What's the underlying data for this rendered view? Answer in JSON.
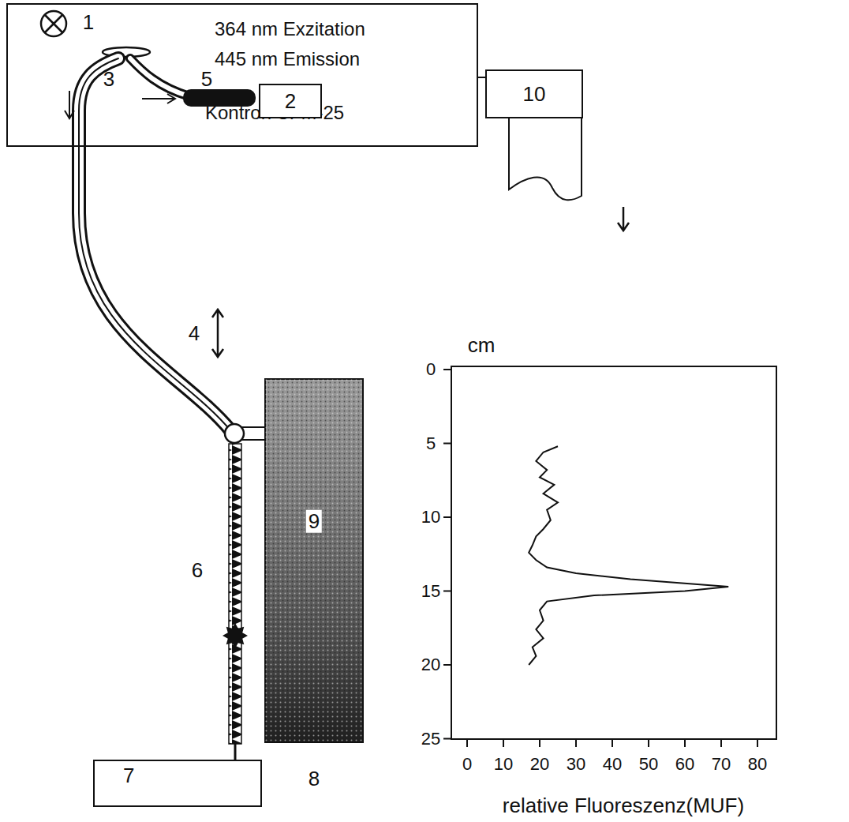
{
  "diagram": {
    "nodes": [
      {
        "text": [
          "364 nm Exzitation",
          "445 nm Emission",
          "Kontron SFM-25"
        ]
      },
      {
        "text": [
          "2"
        ],
        "in": 0
      },
      {
        "text": [
          "10"
        ]
      },
      {
        "text": [
          "7"
        ]
      }
    ],
    "edges": [
      {
        "from": 0,
        "to": 2,
        "arrow": "none"
      }
    ],
    "labels": [
      "1",
      "3",
      "5",
      "cm",
      "0",
      "5",
      "10",
      "15",
      "20",
      "25",
      "0",
      "10",
      "20",
      "30",
      "40",
      "50",
      "60",
      "70",
      "80",
      "relative Fluoreszenz(MUF)",
      "4",
      "6",
      "9",
      "8"
    ]
  }
}
